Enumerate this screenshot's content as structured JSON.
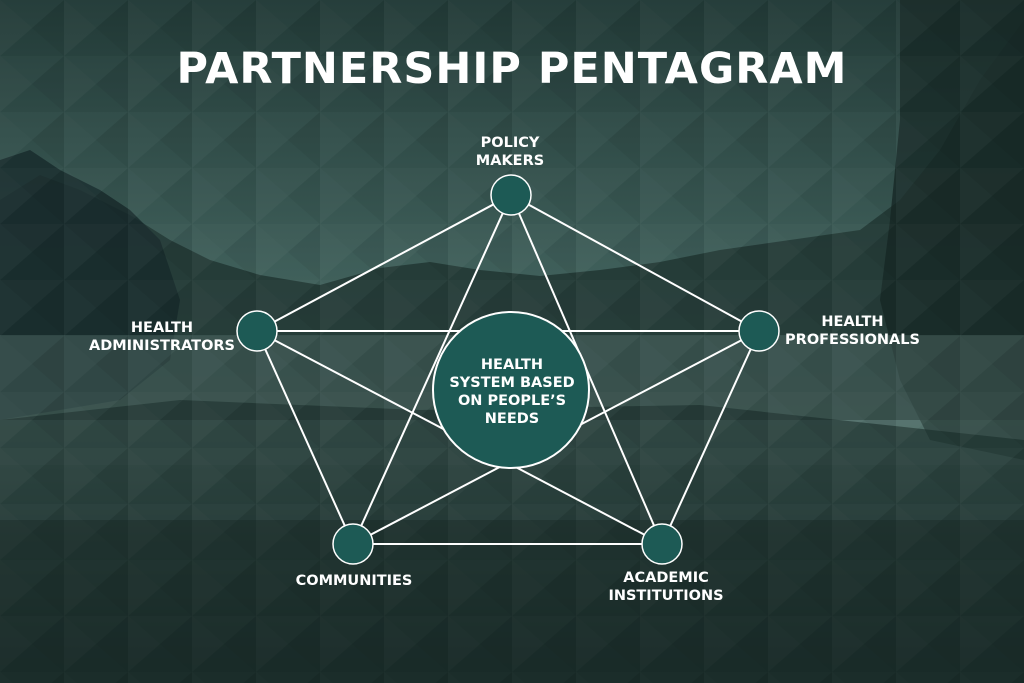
{
  "title": "PARTNERSHIP PENTAGRAM",
  "center": {
    "label": "HEALTH\nSYSTEM BASED\nON PEOPLE’S\nNEEDS"
  },
  "nodes": [
    {
      "id": "policy-makers",
      "label": "POLICY\nMAKERS"
    },
    {
      "id": "health-professionals",
      "label": "HEALTH\nPROFESSIONALS"
    },
    {
      "id": "academic-institutions",
      "label": "ACADEMIC\nINSTITUTIONS"
    },
    {
      "id": "communities",
      "label": "COMMUNITIES"
    },
    {
      "id": "health-administrators",
      "label": "HEALTH\nADMINISTRATORS"
    }
  ],
  "colors": {
    "node_fill": "#1d5a55",
    "node_stroke": "#ffffff",
    "line": "#ffffff",
    "background": "#2b4743"
  }
}
